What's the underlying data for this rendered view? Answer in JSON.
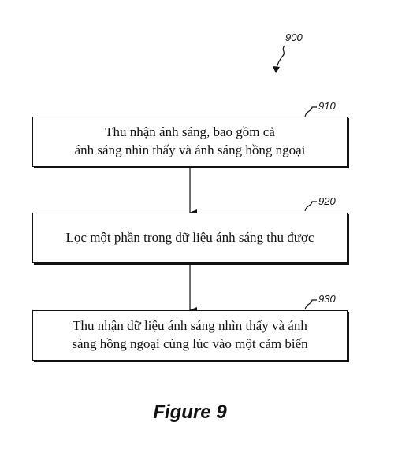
{
  "diagram": {
    "figure_number": "900",
    "caption": "Figure 9",
    "steps": [
      {
        "ref": "910",
        "lines": [
          "Thu nhận ánh sáng, bao gồm cả",
          "ánh sáng nhìn thấy và ánh sáng hồng ngoại"
        ]
      },
      {
        "ref": "920",
        "lines": [
          "Lọc một phần trong dữ liệu ánh sáng thu được"
        ]
      },
      {
        "ref": "930",
        "lines": [
          "Thu nhận dữ liệu ánh sáng nhìn thấy và ánh",
          "sáng hồng ngoại cùng lúc vào một cảm biến"
        ]
      }
    ]
  }
}
